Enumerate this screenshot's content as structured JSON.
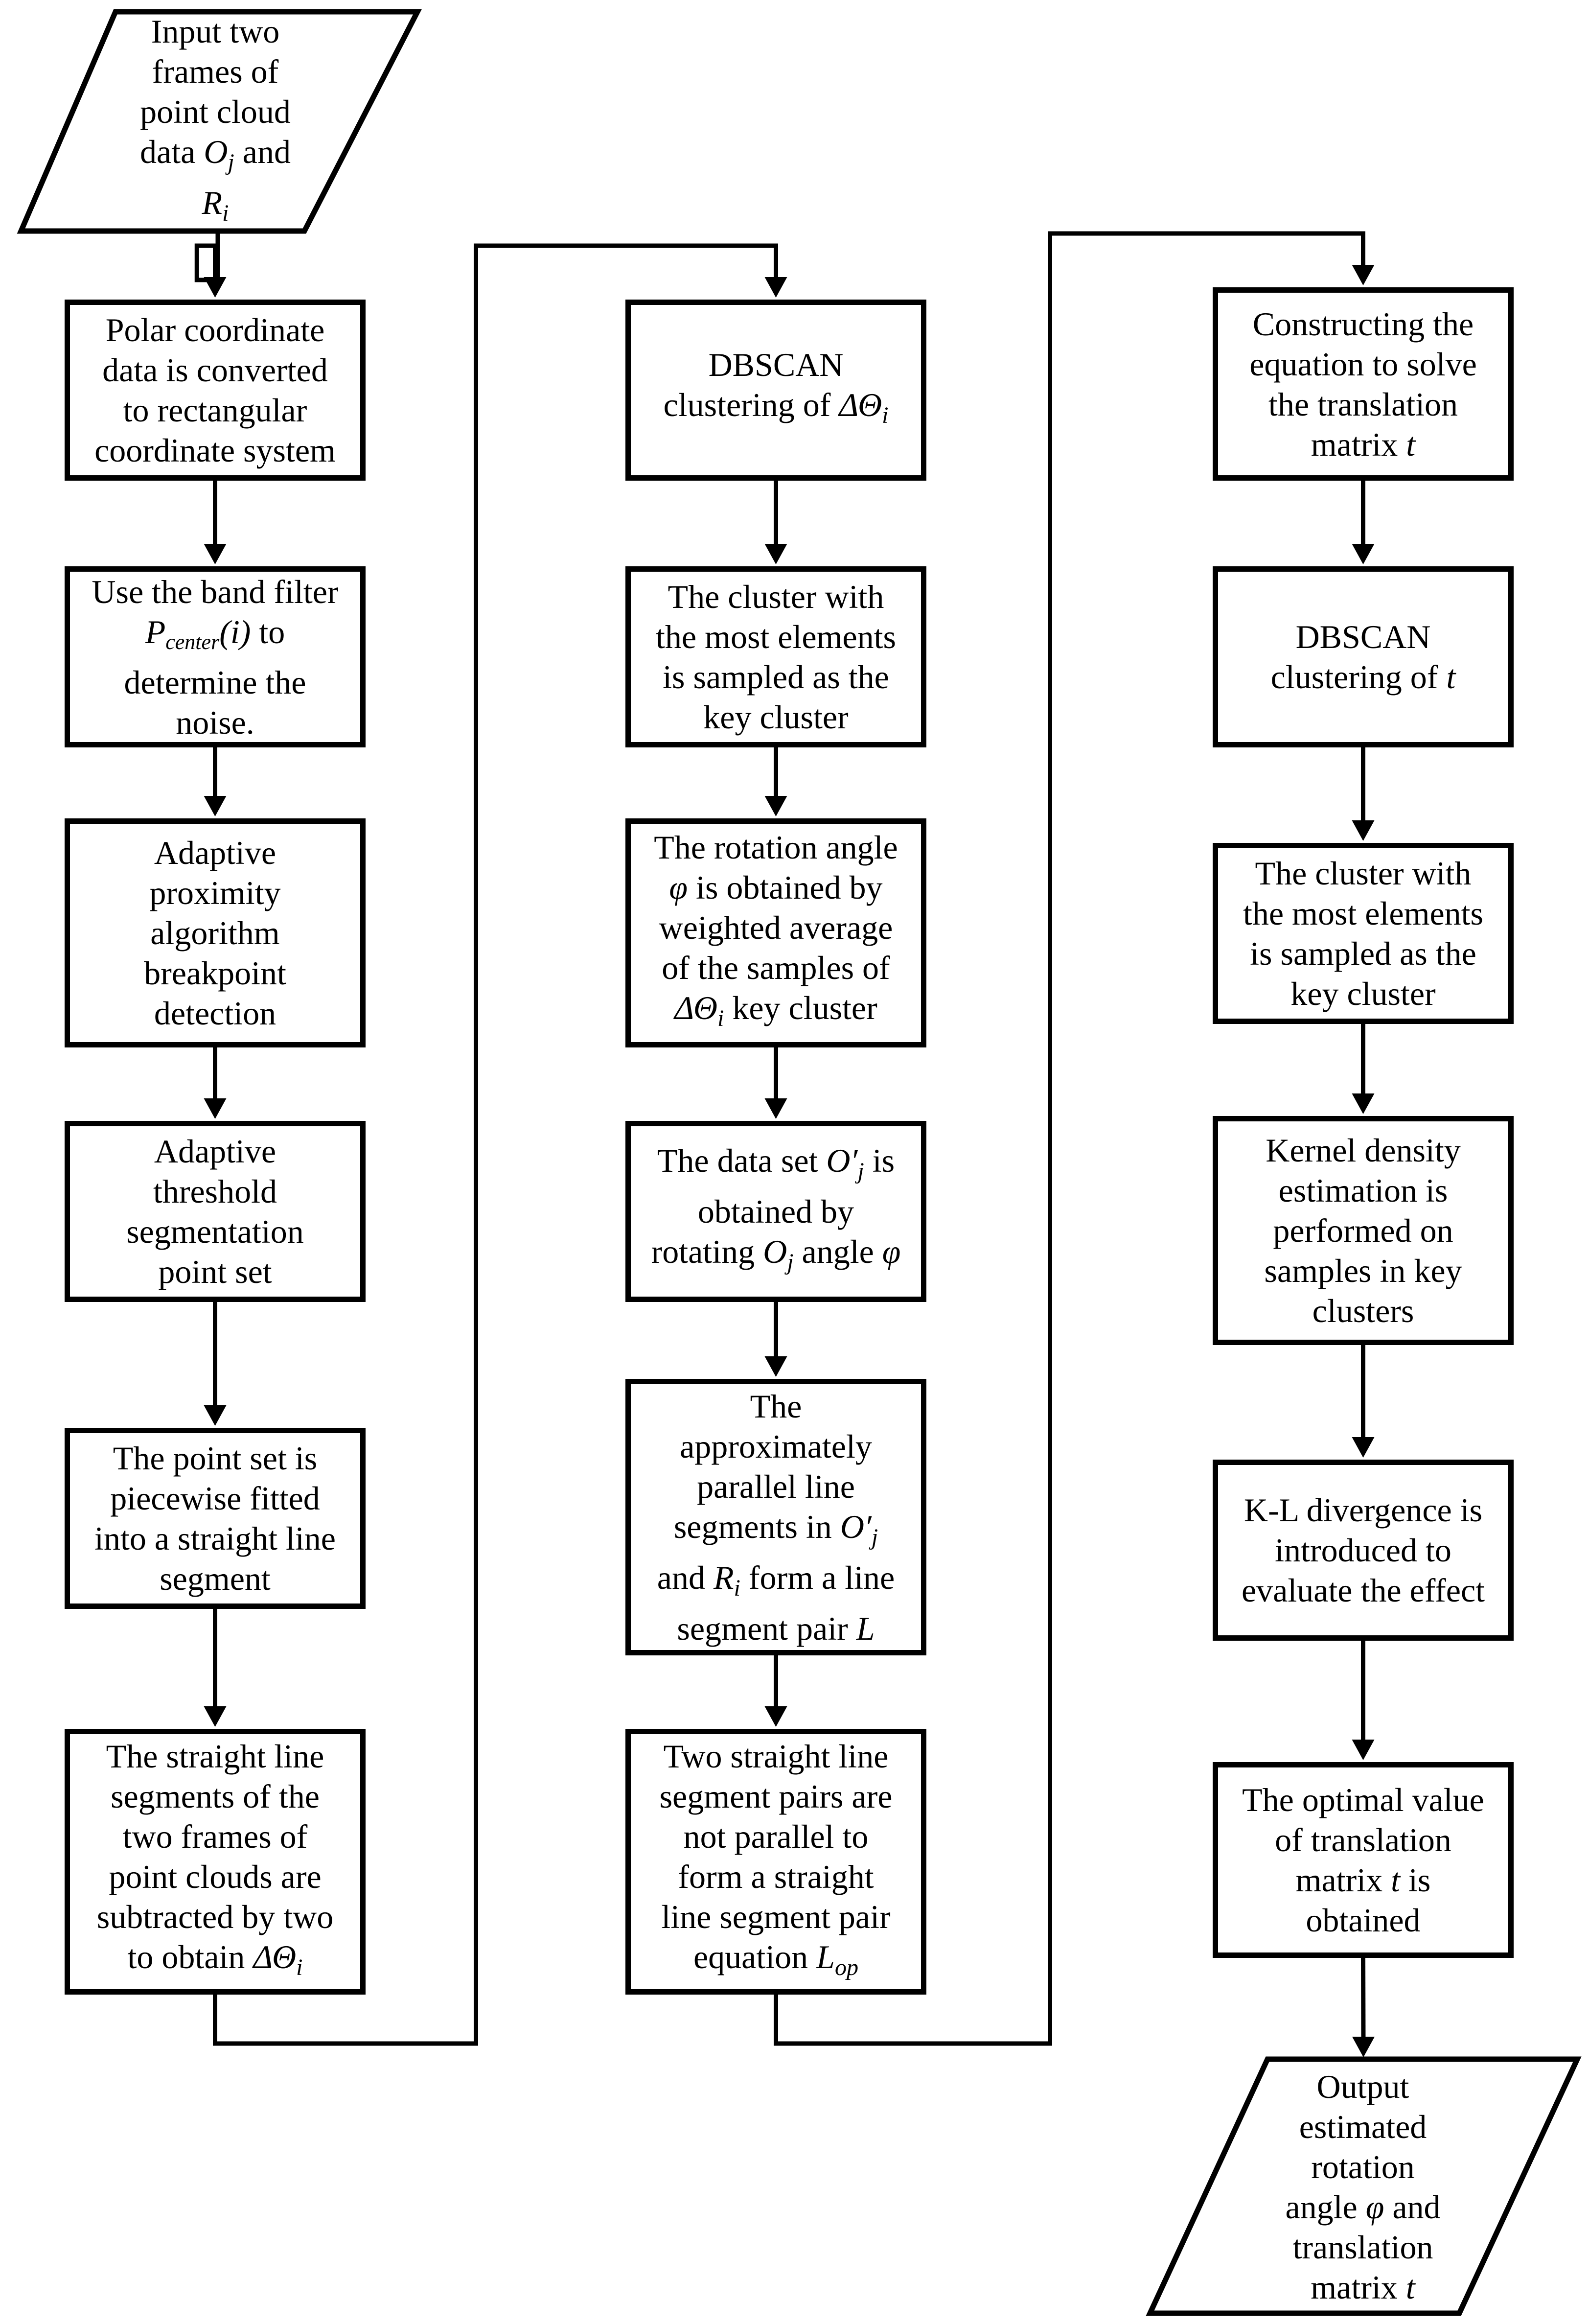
{
  "nodes": {
    "n_input": {
      "kind": "io",
      "parts": [
        [
          "t",
          "Input two\nframes of\npoint cloud\ndata "
        ],
        [
          "m",
          "O"
        ],
        [
          "sub",
          "j"
        ],
        [
          "t",
          " and\n"
        ],
        [
          "m",
          "R"
        ],
        [
          "sub",
          "i"
        ]
      ]
    },
    "n_polar": {
      "kind": "box",
      "parts": [
        [
          "t",
          "Polar coordinate\ndata is converted\nto rectangular\ncoordinate system"
        ]
      ]
    },
    "n_band": {
      "kind": "box",
      "parts": [
        [
          "t",
          "Use the band filter\n"
        ],
        [
          "m",
          "P"
        ],
        [
          "sub2",
          "center"
        ],
        [
          "m",
          "(i)"
        ],
        [
          "t",
          " to\ndetermine the\nnoise."
        ]
      ]
    },
    "n_apab": {
      "kind": "box",
      "parts": [
        [
          "t",
          "Adaptive\nproximity\nalgorithm\nbreakpoint\ndetection"
        ]
      ]
    },
    "n_ats": {
      "kind": "box",
      "parts": [
        [
          "t",
          "Adaptive\nthreshold\nsegmentation\npoint set"
        ]
      ]
    },
    "n_fit": {
      "kind": "box",
      "parts": [
        [
          "t",
          "The point set is\npiecewise fitted\ninto a straight line\nsegment"
        ]
      ]
    },
    "n_sub": {
      "kind": "box",
      "parts": [
        [
          "t",
          "The straight line\nsegments of the\ntwo frames of\npoint clouds are\nsubtracted by two\nto obtain "
        ],
        [
          "m",
          "ΔΘ"
        ],
        [
          "sub",
          "i"
        ]
      ]
    },
    "n_db1": {
      "kind": "box",
      "parts": [
        [
          "t",
          "DBSCAN\nclustering of "
        ],
        [
          "m",
          "ΔΘ"
        ],
        [
          "sub",
          "i"
        ]
      ]
    },
    "n_key1": {
      "kind": "box",
      "parts": [
        [
          "t",
          "The cluster with\nthe most elements\nis sampled as the\nkey cluster"
        ]
      ]
    },
    "n_rot": {
      "kind": "box",
      "parts": [
        [
          "t",
          "The rotation angle\n"
        ],
        [
          "m",
          "φ"
        ],
        [
          "t",
          " is obtained by\nweighted average\nof the samples of\n"
        ],
        [
          "m",
          "ΔΘ"
        ],
        [
          "sub",
          "i"
        ],
        [
          "t",
          " key cluster"
        ]
      ]
    },
    "n_dataset": {
      "kind": "box",
      "parts": [
        [
          "t",
          "The data set "
        ],
        [
          "m",
          "O′"
        ],
        [
          "sub",
          "j"
        ],
        [
          "t",
          " is\nobtained by\nrotating "
        ],
        [
          "m",
          "O"
        ],
        [
          "sub",
          "j"
        ],
        [
          "t",
          " angle "
        ],
        [
          "m",
          "φ"
        ]
      ]
    },
    "n_par": {
      "kind": "box",
      "parts": [
        [
          "t",
          "The\napproximately\nparallel line\nsegments in "
        ],
        [
          "m",
          "O′"
        ],
        [
          "sub",
          "j"
        ],
        [
          "t",
          "\nand "
        ],
        [
          "m",
          "R"
        ],
        [
          "sub",
          "i"
        ],
        [
          "t",
          " form a line\nsegment pair "
        ],
        [
          "m",
          "L"
        ]
      ]
    },
    "n_two": {
      "kind": "box",
      "parts": [
        [
          "t",
          "Two straight line\nsegment pairs are\nnot parallel to\nform a straight\nline segment pair\nequation "
        ],
        [
          "m",
          "L"
        ],
        [
          "sub",
          "op"
        ]
      ]
    },
    "n_cons": {
      "kind": "box",
      "parts": [
        [
          "t",
          "Constructing the\nequation to solve\nthe translation\nmatrix "
        ],
        [
          "m",
          "t"
        ]
      ]
    },
    "n_db2": {
      "kind": "box",
      "parts": [
        [
          "t",
          "DBSCAN\nclustering of "
        ],
        [
          "m",
          "t"
        ]
      ]
    },
    "n_key2": {
      "kind": "box",
      "parts": [
        [
          "t",
          "The cluster with\nthe most elements\nis sampled as the\nkey cluster"
        ]
      ]
    },
    "n_kde": {
      "kind": "box",
      "parts": [
        [
          "t",
          "Kernel density\nestimation is\nperformed on\nsamples in key\nclusters"
        ]
      ]
    },
    "n_kl": {
      "kind": "box",
      "parts": [
        [
          "t",
          "K-L divergence is\nintroduced to\nevaluate the effect"
        ]
      ]
    },
    "n_opt": {
      "kind": "box",
      "parts": [
        [
          "t",
          "The optimal value\nof translation\nmatrix "
        ],
        [
          "m",
          "t"
        ],
        [
          "t",
          " is\nobtained"
        ]
      ]
    },
    "n_output": {
      "kind": "io",
      "parts": [
        [
          "t",
          "Output\nestimated\nrotation\nangle "
        ],
        [
          "m",
          "φ"
        ],
        [
          "t",
          " and\ntranslation\nmatrix "
        ],
        [
          "m",
          "t"
        ]
      ]
    }
  },
  "edges": [
    [
      "n_input",
      "n_polar"
    ],
    [
      "n_polar",
      "n_band"
    ],
    [
      "n_band",
      "n_apab"
    ],
    [
      "n_apab",
      "n_ats"
    ],
    [
      "n_ats",
      "n_fit"
    ],
    [
      "n_fit",
      "n_sub"
    ],
    [
      "n_sub",
      "n_db1"
    ],
    [
      "n_db1",
      "n_key1"
    ],
    [
      "n_key1",
      "n_rot"
    ],
    [
      "n_rot",
      "n_dataset"
    ],
    [
      "n_dataset",
      "n_par"
    ],
    [
      "n_par",
      "n_two"
    ],
    [
      "n_two",
      "n_cons"
    ],
    [
      "n_cons",
      "n_db2"
    ],
    [
      "n_db2",
      "n_key2"
    ],
    [
      "n_key2",
      "n_kde"
    ],
    [
      "n_kde",
      "n_kl"
    ],
    [
      "n_kl",
      "n_opt"
    ],
    [
      "n_opt",
      "n_output"
    ]
  ]
}
